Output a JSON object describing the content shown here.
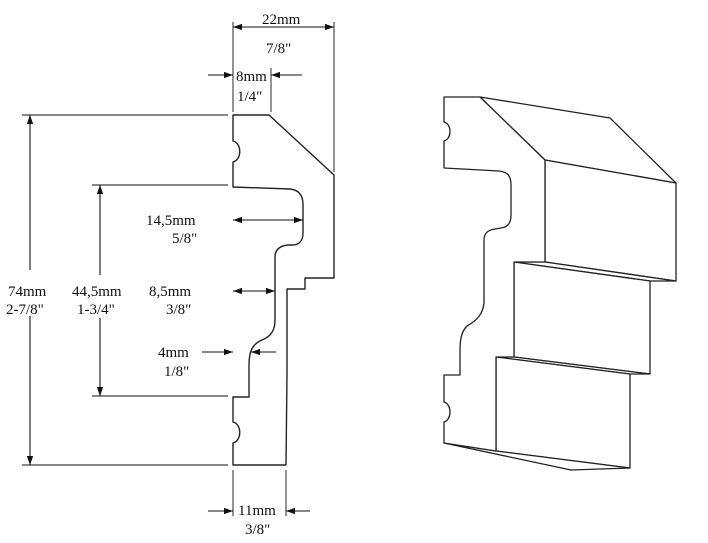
{
  "dimensions": {
    "width_total": {
      "metric": "22mm",
      "imperial": "7/8\""
    },
    "width_top_step": {
      "metric": "8mm",
      "imperial": "1/4\""
    },
    "height_total": {
      "metric": "74mm",
      "imperial": "2-7/8\""
    },
    "height_recess": {
      "metric": "44,5mm",
      "imperial": "1-3/4\""
    },
    "depth_upper": {
      "metric": "14,5mm",
      "imperial": "5/8\""
    },
    "depth_middle": {
      "metric": "8,5mm",
      "imperial": "3/8\""
    },
    "depth_lower": {
      "metric": "4mm",
      "imperial": "1/8\""
    },
    "width_bottom": {
      "metric": "11mm",
      "imperial": "3/8\""
    }
  }
}
